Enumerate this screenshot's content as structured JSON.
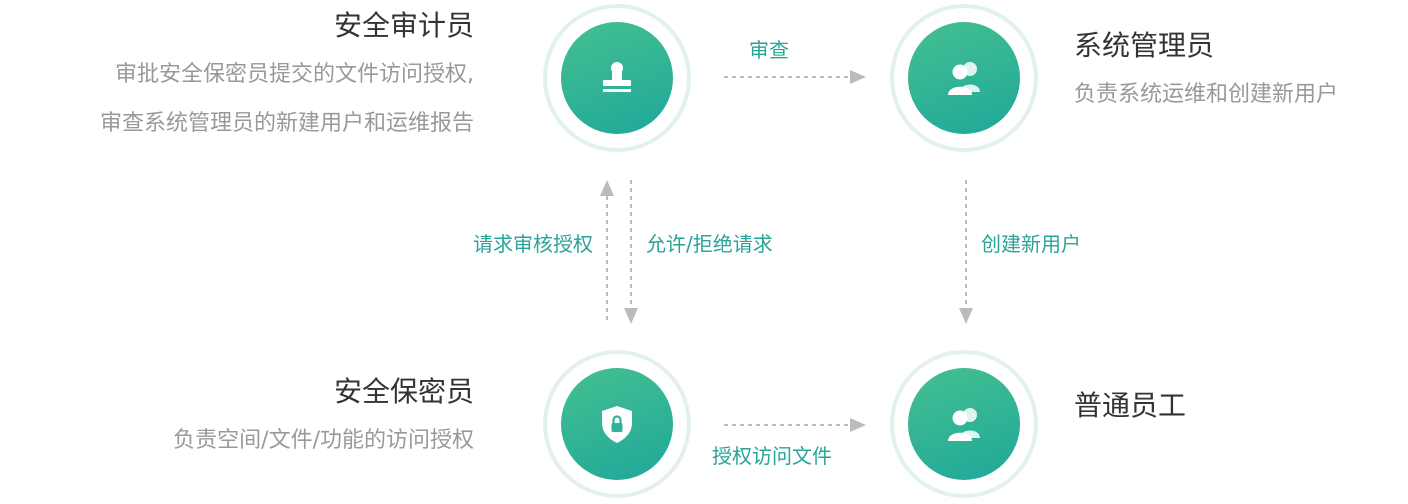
{
  "nodes": {
    "auditor": {
      "title": "安全审计员",
      "desc_lines": [
        "审批安全保密员提交的文件访问授权,",
        "审查系统管理员的新建用户和运维报告"
      ],
      "icon": "stamp-icon"
    },
    "sysadmin": {
      "title": "系统管理员",
      "desc_lines": [
        "负责系统运维和创建新用户"
      ],
      "icon": "users-icon"
    },
    "secofficer": {
      "title": "安全保密员",
      "desc_lines": [
        "负责空间/文件/功能的访问授权"
      ],
      "icon": "shield-lock-icon"
    },
    "employee": {
      "title": "普通员工",
      "desc_lines": [],
      "icon": "users-icon"
    }
  },
  "edges": {
    "review": "审查",
    "request_auth": "请求审核授权",
    "allow_reject": "允许/拒绝请求",
    "create_user": "创建新用户",
    "grant_access": "授权访问文件"
  },
  "colors": {
    "node_gradient_start": "#44bf90",
    "node_gradient_end": "#1fa89a",
    "ring": "#e2f1f0",
    "edge_label": "#2aa399",
    "arrow": "#bbbbbb",
    "title": "#333333",
    "desc": "#999999"
  }
}
